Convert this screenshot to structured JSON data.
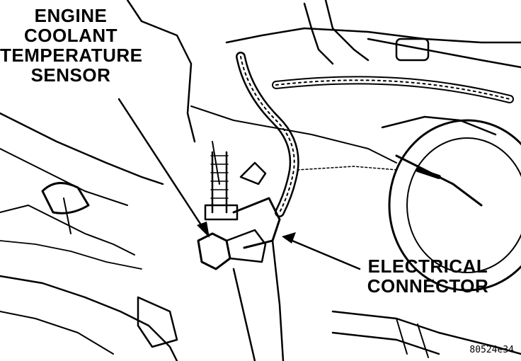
{
  "labels": {
    "coolant_sensor": [
      "ENGINE",
      "COOLANT",
      "TEMPERATURE",
      "SENSOR"
    ],
    "connector": [
      "ELECTRICAL",
      "CONNECTOR"
    ]
  },
  "figure_code": "80524e34",
  "colors": {
    "ink": "#000000",
    "paper": "#ffffff"
  }
}
